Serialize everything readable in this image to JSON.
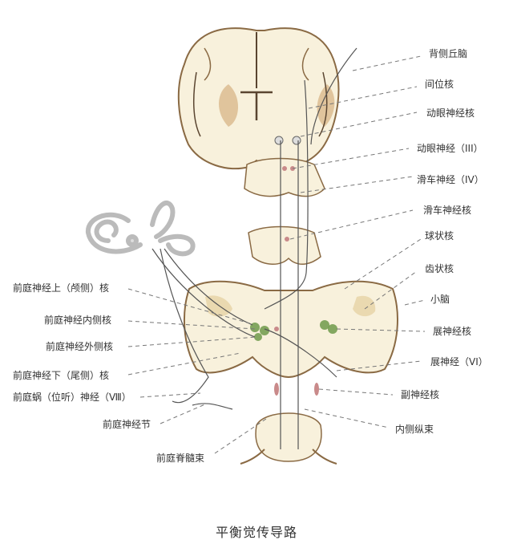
{
  "title": "平衡觉传导路",
  "labels_right": [
    {
      "id": "dorsal-thalamus",
      "text": "背侧丘脑"
    },
    {
      "id": "interstitial-nucleus",
      "text": "间位核"
    },
    {
      "id": "oculomotor-nucleus",
      "text": "动眼神经核"
    },
    {
      "id": "oculomotor-nerve",
      "text": "动眼神经（III）"
    },
    {
      "id": "trochlear-nerve",
      "text": "滑车神经（IV）"
    },
    {
      "id": "trochlear-nucleus",
      "text": "滑车神经核"
    },
    {
      "id": "globose-nucleus",
      "text": "球状核"
    },
    {
      "id": "dentate-nucleus",
      "text": "齿状核"
    },
    {
      "id": "cerebellum",
      "text": "小脑"
    },
    {
      "id": "abducens-nucleus",
      "text": "展神经核"
    },
    {
      "id": "abducens-nerve",
      "text": "展神经（VI）"
    },
    {
      "id": "accessory-nucleus",
      "text": "副神经核"
    },
    {
      "id": "medial-longitudinal-fasciculus",
      "text": "内侧纵束"
    }
  ],
  "labels_left": [
    {
      "id": "superior-vestibular-nucleus",
      "text": "前庭神经上（颅侧）核"
    },
    {
      "id": "medial-vestibular-nucleus",
      "text": "前庭神经内侧核"
    },
    {
      "id": "lateral-vestibular-nucleus",
      "text": "前庭神经外侧核"
    },
    {
      "id": "inferior-vestibular-nucleus",
      "text": "前庭神经下（尾侧）核"
    },
    {
      "id": "vestibulocochlear-nerve",
      "text": "前庭蜗（位听）神经（Ⅷ）"
    },
    {
      "id": "vestibular-ganglion",
      "text": "前庭神经节"
    },
    {
      "id": "vestibulospinal-tract",
      "text": "前庭脊髓束"
    }
  ],
  "colors": {
    "tissue_fill": "#f8f1dc",
    "gray_matter": "#ead9b0",
    "tissue_edge": "#8a6a44",
    "nuclei_green": "#6f9a4a",
    "nuclei_red": "#c98a8a",
    "leader_line": "#666666",
    "label_text": "#333333"
  }
}
